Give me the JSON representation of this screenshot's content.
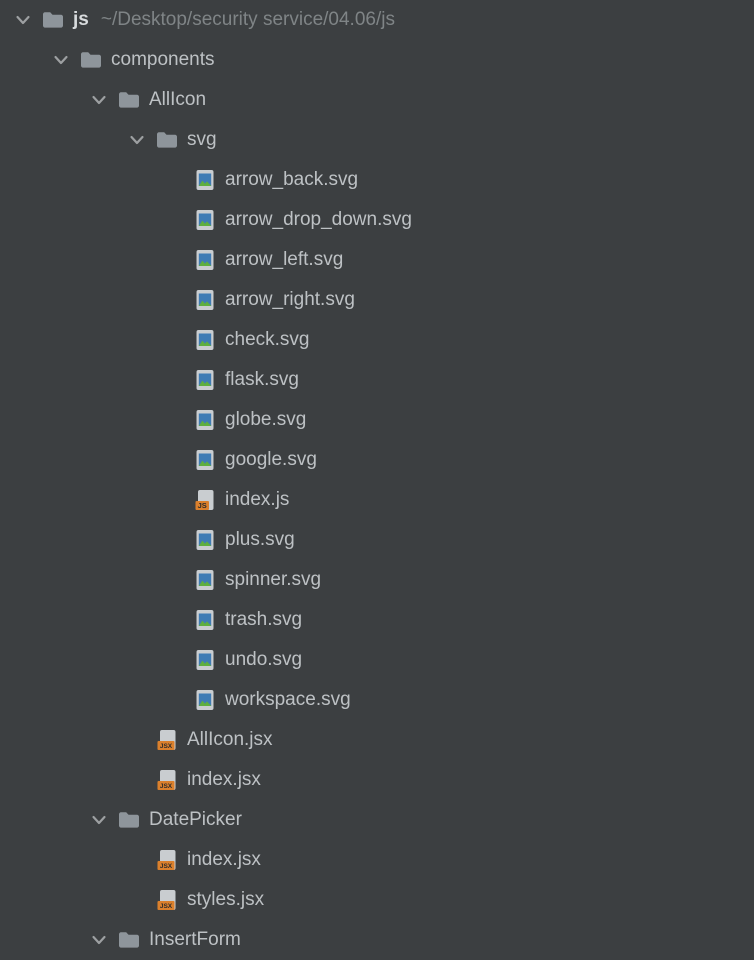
{
  "app": {
    "name": "IDE project tree panel"
  },
  "colors": {
    "bg": "#3C3F41",
    "label": "#BDC1C4",
    "label_bold": "#D8DBDD",
    "path": "#7F8486",
    "chevron": "#9DA0A2",
    "folder": "#8E959B",
    "page": "#C9CDD0",
    "badge": "#DB802C",
    "badge_text": "#2B2B2B",
    "img_green": "#5FAF3F",
    "img_blue": "#3F7CB5"
  },
  "tree": {
    "rows": [
      {
        "level": 0,
        "type": "folder",
        "expanded": true,
        "bold": true,
        "icon": "folder-icon",
        "label": "js",
        "path_suffix": "~/Desktop/security service/04.06/js"
      },
      {
        "level": 1,
        "type": "folder",
        "expanded": true,
        "icon": "folder-icon",
        "label": "components"
      },
      {
        "level": 2,
        "type": "folder",
        "expanded": true,
        "icon": "folder-icon",
        "label": "AllIcon"
      },
      {
        "level": 3,
        "type": "folder",
        "expanded": true,
        "icon": "folder-icon",
        "label": "svg"
      },
      {
        "level": 4,
        "type": "file",
        "icon": "image-file-icon",
        "label": "arrow_back.svg"
      },
      {
        "level": 4,
        "type": "file",
        "icon": "image-file-icon",
        "label": "arrow_drop_down.svg"
      },
      {
        "level": 4,
        "type": "file",
        "icon": "image-file-icon",
        "label": "arrow_left.svg"
      },
      {
        "level": 4,
        "type": "file",
        "icon": "image-file-icon",
        "label": "arrow_right.svg"
      },
      {
        "level": 4,
        "type": "file",
        "icon": "image-file-icon",
        "label": "check.svg"
      },
      {
        "level": 4,
        "type": "file",
        "icon": "image-file-icon",
        "label": "flask.svg"
      },
      {
        "level": 4,
        "type": "file",
        "icon": "image-file-icon",
        "label": "globe.svg"
      },
      {
        "level": 4,
        "type": "file",
        "icon": "image-file-icon",
        "label": "google.svg"
      },
      {
        "level": 4,
        "type": "file",
        "icon": "js-file-icon",
        "label": "index.js"
      },
      {
        "level": 4,
        "type": "file",
        "icon": "image-file-icon",
        "label": "plus.svg"
      },
      {
        "level": 4,
        "type": "file",
        "icon": "image-file-icon",
        "label": "spinner.svg"
      },
      {
        "level": 4,
        "type": "file",
        "icon": "image-file-icon",
        "label": "trash.svg"
      },
      {
        "level": 4,
        "type": "file",
        "icon": "image-file-icon",
        "label": "undo.svg"
      },
      {
        "level": 4,
        "type": "file",
        "icon": "image-file-icon",
        "label": "workspace.svg"
      },
      {
        "level": 3,
        "type": "file",
        "icon": "jsx-file-icon",
        "label": "AllIcon.jsx"
      },
      {
        "level": 3,
        "type": "file",
        "icon": "jsx-file-icon",
        "label": "index.jsx"
      },
      {
        "level": 2,
        "type": "folder",
        "expanded": true,
        "icon": "folder-icon",
        "label": "DatePicker"
      },
      {
        "level": 3,
        "type": "file",
        "icon": "jsx-file-icon",
        "label": "index.jsx"
      },
      {
        "level": 3,
        "type": "file",
        "icon": "jsx-file-icon",
        "label": "styles.jsx"
      },
      {
        "level": 2,
        "type": "folder",
        "expanded": true,
        "icon": "folder-icon",
        "label": "InsertForm"
      }
    ]
  }
}
